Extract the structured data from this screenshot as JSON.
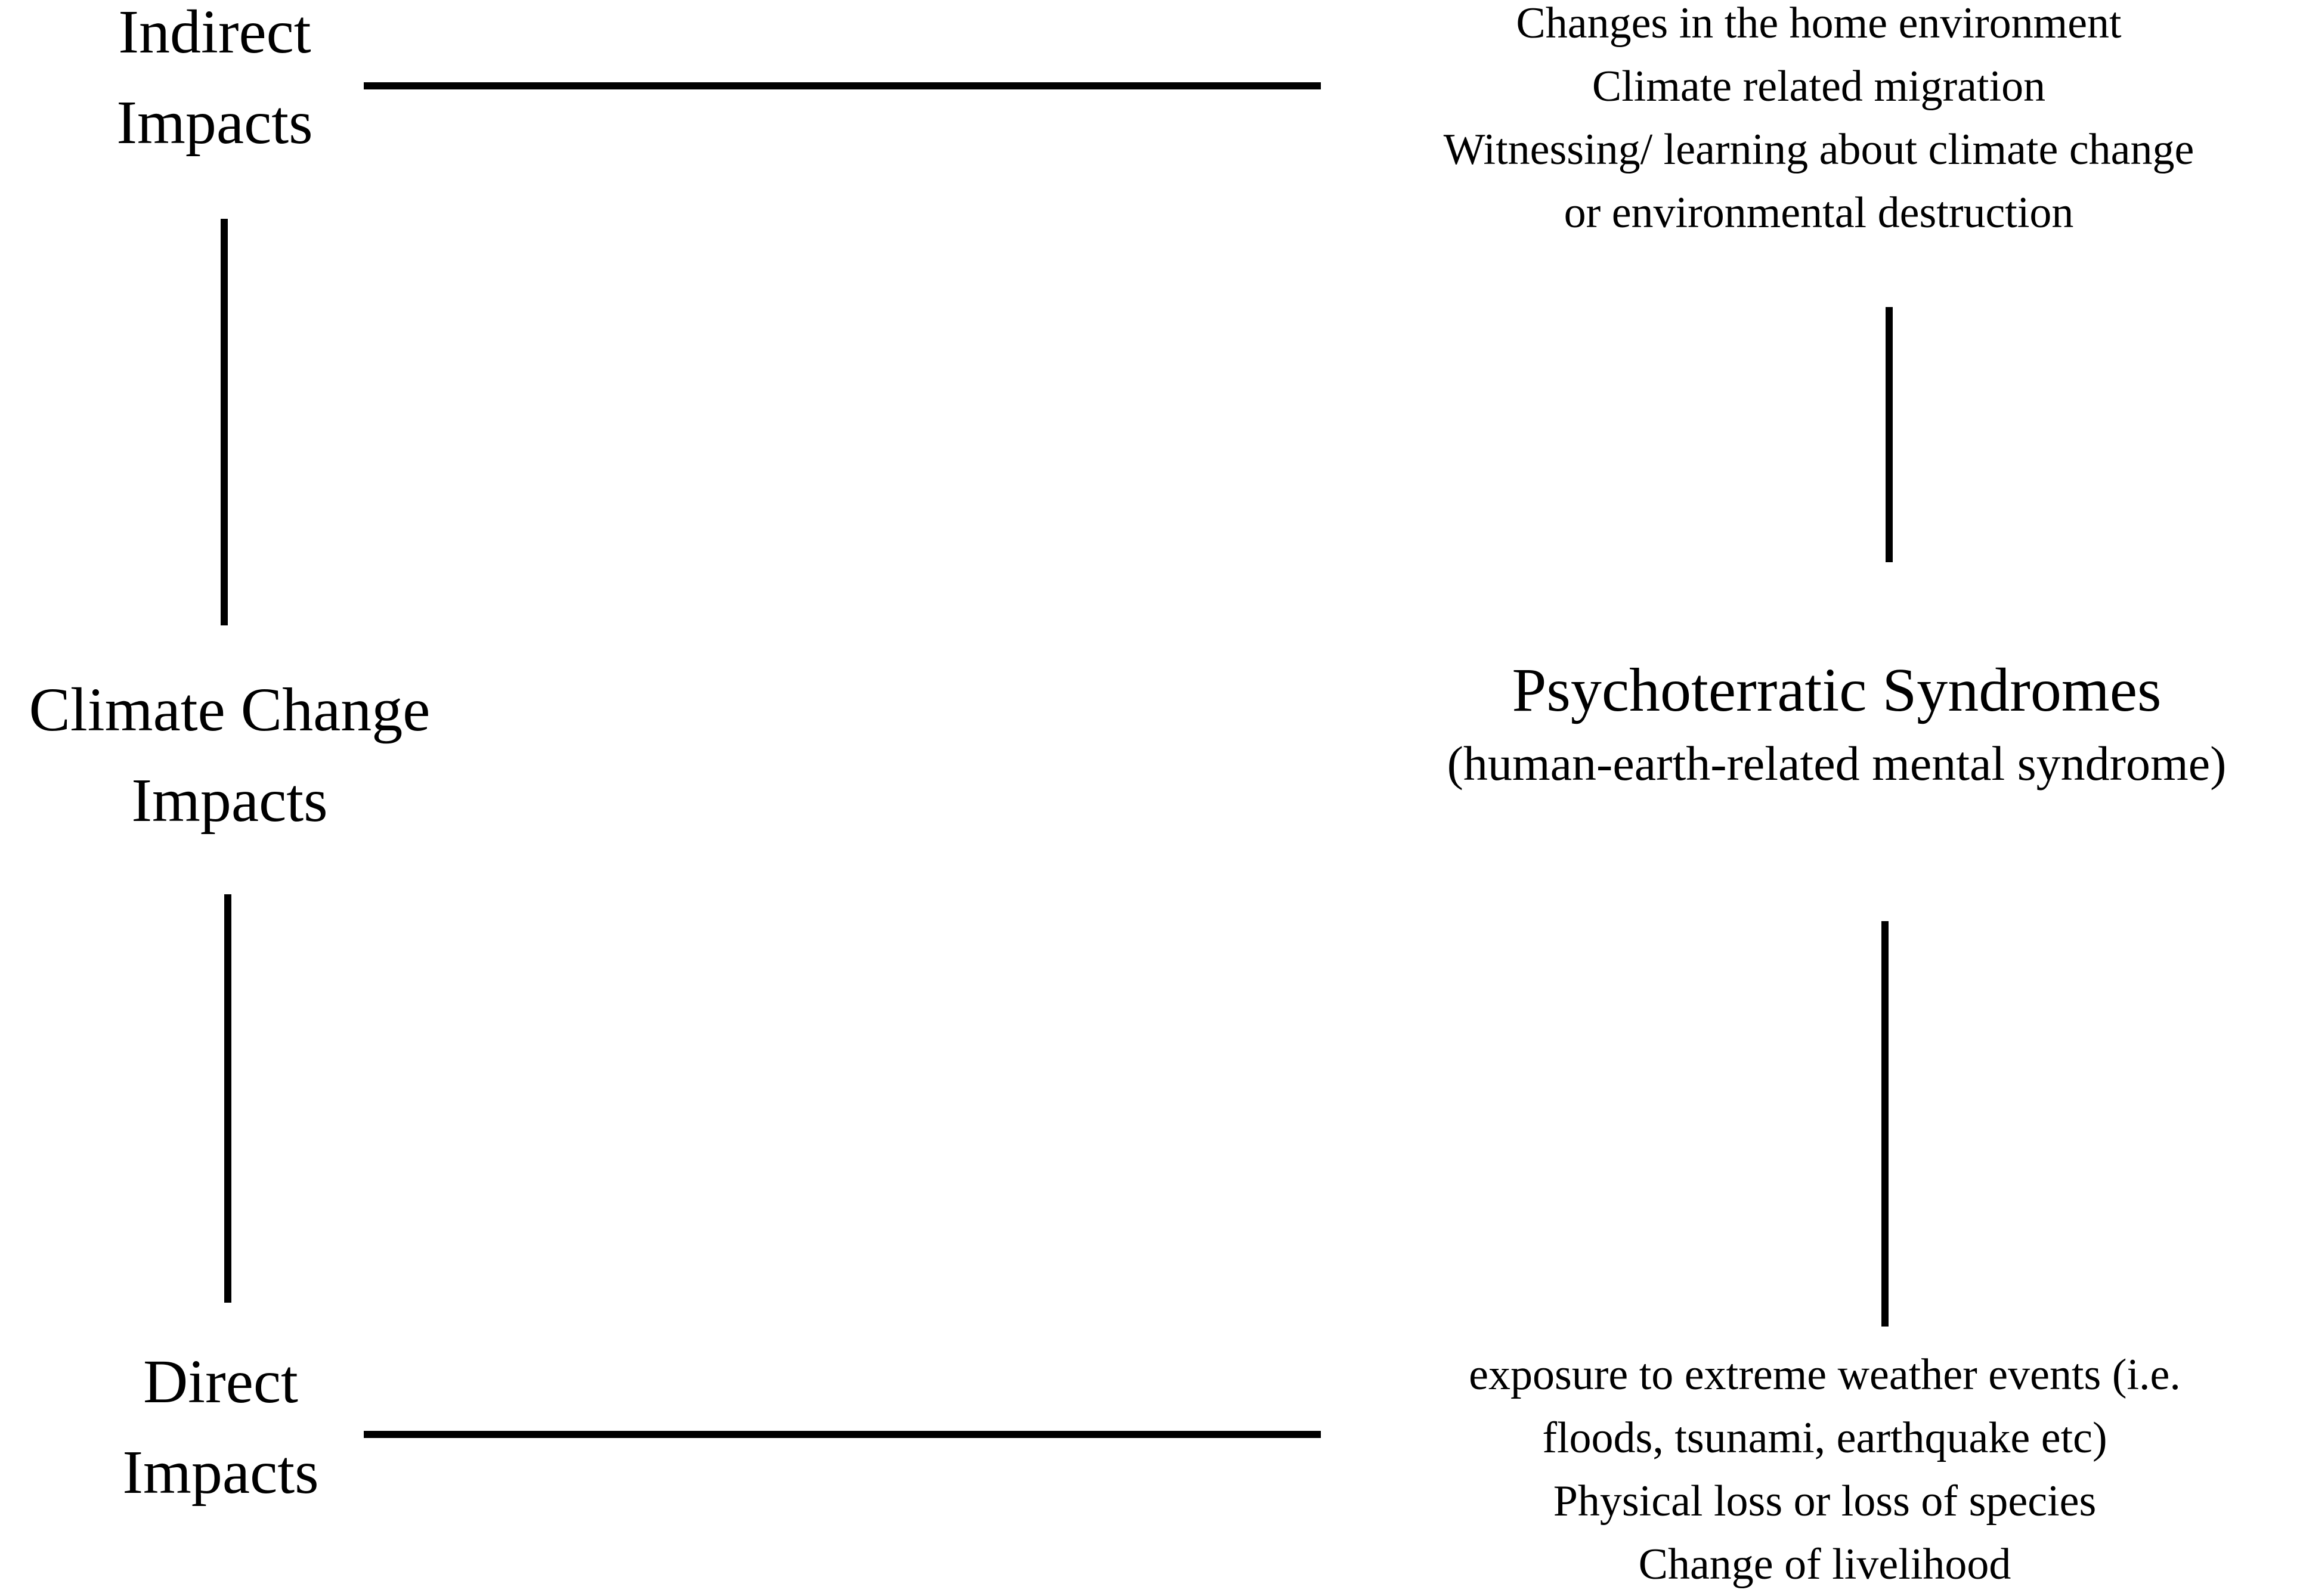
{
  "nodes": {
    "indirect": {
      "lines": [
        "Indirect",
        "Impacts"
      ]
    },
    "climate": {
      "lines": [
        "Climate Change",
        "Impacts"
      ]
    },
    "direct": {
      "lines": [
        "Direct",
        "Impacts"
      ]
    },
    "indirect_examples": {
      "lines": [
        "Changes in the home environment",
        "Climate related migration",
        "Witnessing/ learning about climate change",
        "or environmental destruction"
      ]
    },
    "psychoterratic": {
      "title": "Psychoterratic Syndromes",
      "subtitle": "(human-earth-related mental syndrome)"
    },
    "direct_examples": {
      "lines": [
        "exposure to extreme weather events (i.e.",
        "floods, tsunami, earthquake etc)",
        "Physical loss or loss of species",
        "Change of livelihood"
      ]
    }
  }
}
